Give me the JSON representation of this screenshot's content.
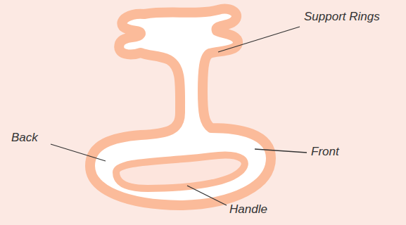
{
  "diagram": {
    "labels": [
      "Support Rings",
      "Back",
      "Front",
      "Handle"
    ]
  }
}
